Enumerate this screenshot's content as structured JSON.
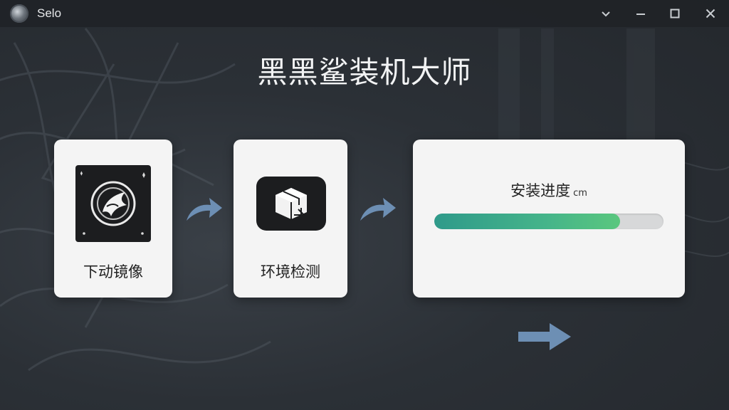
{
  "window": {
    "app_name": "Selo"
  },
  "header": {
    "title": "黑黑鲨装机大师"
  },
  "steps": [
    {
      "label": "下动镜像",
      "icon": "shark-logo-icon"
    },
    {
      "label": "环境检测",
      "icon": "package-box-icon"
    }
  ],
  "progress": {
    "label": "安装进度",
    "unit": "cm",
    "value": 0.81
  },
  "colors": {
    "accent_start": "#2f9a8a",
    "accent_end": "#5ac77e",
    "arrow": "#6d8fb4",
    "background": "#2b3036"
  }
}
